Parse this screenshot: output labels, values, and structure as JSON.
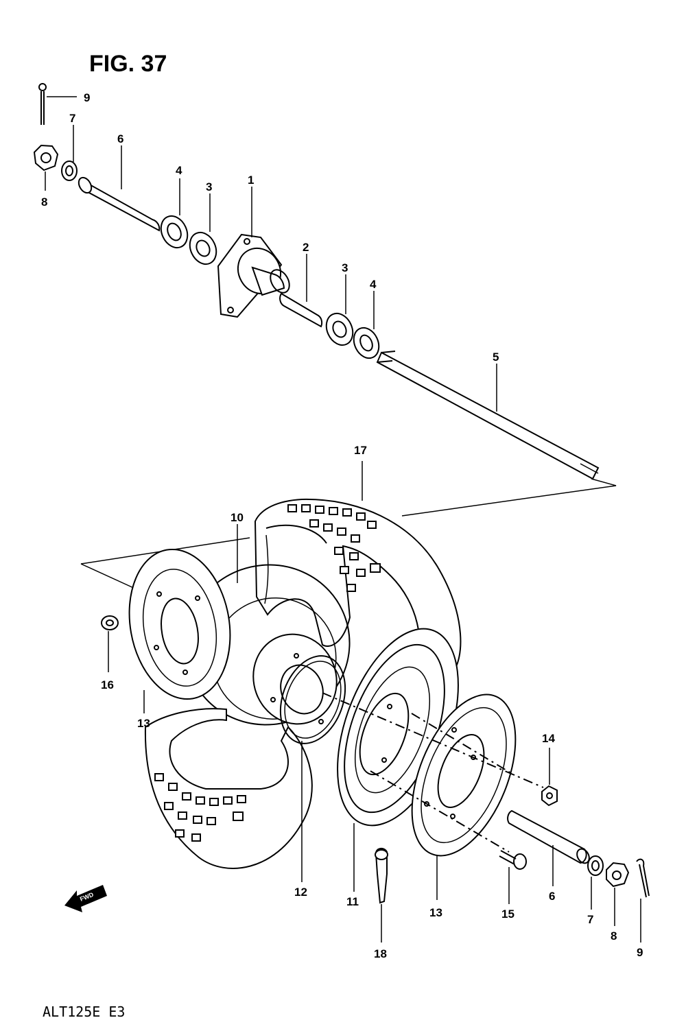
{
  "title": "FIG. 37",
  "model_code": "ALT125E  E3",
  "fwd_label": "FWD",
  "callouts": [
    {
      "id": "c1",
      "text": "1"
    },
    {
      "id": "c2",
      "text": "2"
    },
    {
      "id": "c3a",
      "text": "3"
    },
    {
      "id": "c3b",
      "text": "3"
    },
    {
      "id": "c4a",
      "text": "4"
    },
    {
      "id": "c4b",
      "text": "4"
    },
    {
      "id": "c5",
      "text": "5"
    },
    {
      "id": "c6a",
      "text": "6"
    },
    {
      "id": "c6b",
      "text": "6"
    },
    {
      "id": "c7a",
      "text": "7"
    },
    {
      "id": "c7b",
      "text": "7"
    },
    {
      "id": "c8a",
      "text": "8"
    },
    {
      "id": "c8b",
      "text": "8"
    },
    {
      "id": "c9a",
      "text": "9"
    },
    {
      "id": "c9b",
      "text": "9"
    },
    {
      "id": "c10",
      "text": "10"
    },
    {
      "id": "c11",
      "text": "11"
    },
    {
      "id": "c12",
      "text": "12"
    },
    {
      "id": "c13a",
      "text": "13"
    },
    {
      "id": "c13b",
      "text": "13"
    },
    {
      "id": "c14",
      "text": "14"
    },
    {
      "id": "c15",
      "text": "15"
    },
    {
      "id": "c16",
      "text": "16"
    },
    {
      "id": "c17",
      "text": "17"
    },
    {
      "id": "c18",
      "text": "18"
    }
  ]
}
